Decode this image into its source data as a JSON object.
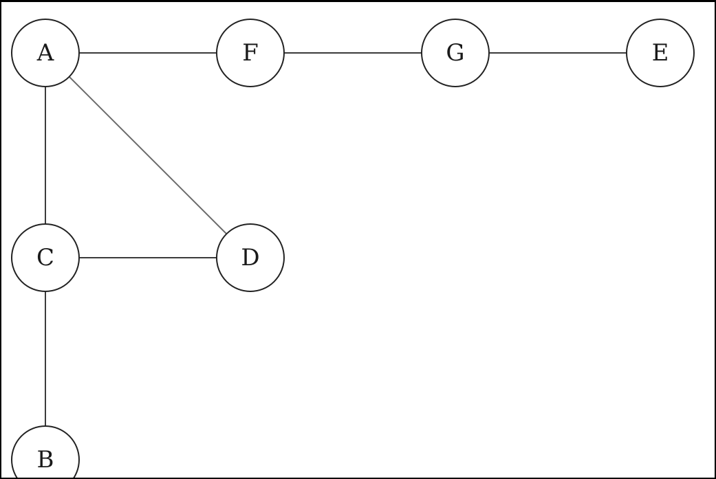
{
  "nodes": [
    {
      "id": "A",
      "label": "A"
    },
    {
      "id": "F",
      "label": "F"
    },
    {
      "id": "G",
      "label": "G"
    },
    {
      "id": "E",
      "label": "E"
    },
    {
      "id": "C",
      "label": "C"
    },
    {
      "id": "D",
      "label": "D"
    },
    {
      "id": "B",
      "label": "B"
    }
  ],
  "edges": [
    {
      "from": "A",
      "to": "F"
    },
    {
      "from": "F",
      "to": "G"
    },
    {
      "from": "G",
      "to": "E"
    },
    {
      "from": "A",
      "to": "C"
    },
    {
      "from": "A",
      "to": "D"
    },
    {
      "from": "C",
      "to": "D"
    },
    {
      "from": "C",
      "to": "B"
    }
  ]
}
